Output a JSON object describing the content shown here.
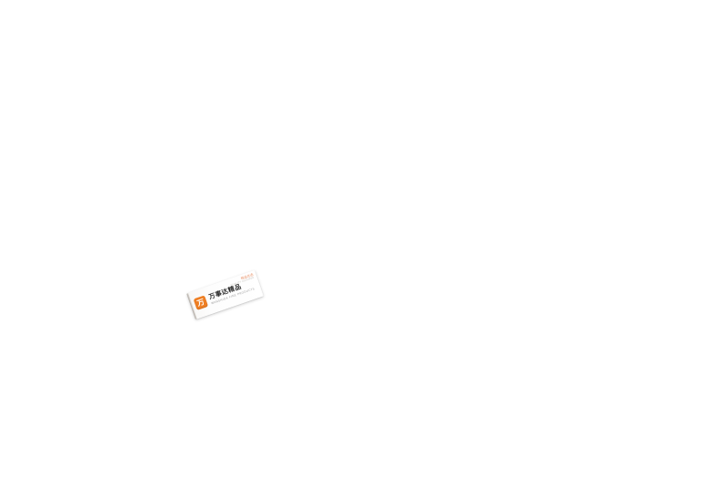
{
  "canvas": {
    "background": "#ffffff"
  },
  "card": {
    "title": "万事达精品",
    "subtitle": "WANSHIDA FINE PRODUCTS",
    "logo_glyph": "万",
    "stamp_line1": "精品优选",
    "stamp_line2": "QUALITY ASSURED",
    "colors": {
      "brand_orange": "#ee7e23",
      "title_text": "#2b2b2b",
      "subtitle_text": "#9a9a9a",
      "stamp_text": "#e8936a",
      "card_background": "#fcfcfc"
    }
  }
}
